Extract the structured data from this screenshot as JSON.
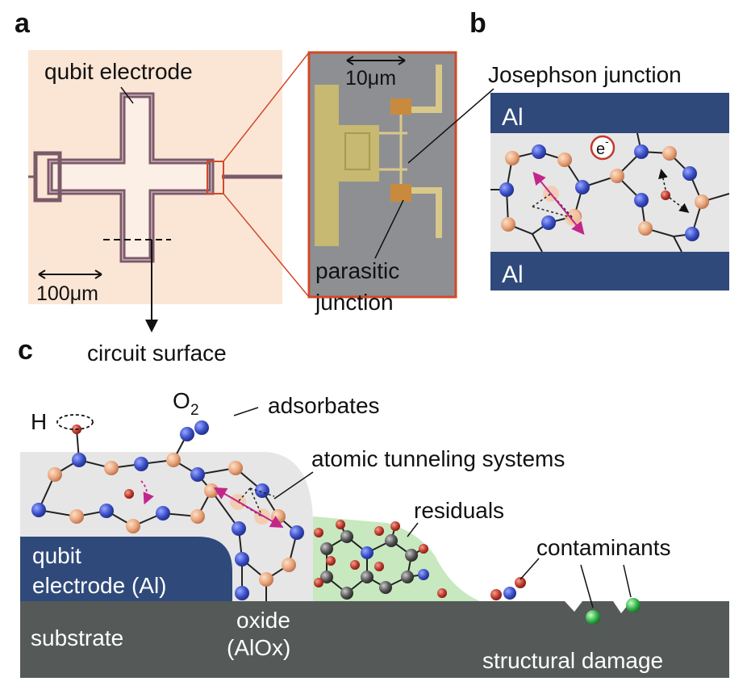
{
  "panels": {
    "a": {
      "letter": "a",
      "qubit_electrode": "qubit electrode",
      "scale_100": "100μm",
      "scale_10": "10μm",
      "circuit_surface": "circuit surface",
      "josephson_junction": "Josephson junction",
      "parasitic_1": "parasitic",
      "parasitic_2": "junction"
    },
    "b": {
      "letter": "b",
      "al_top": "Al",
      "al_bottom": "Al",
      "electron": "e",
      "electron_sup": "-"
    },
    "c": {
      "letter": "c",
      "h": "H",
      "o2_o": "O",
      "o2_sub": "2",
      "adsorbates": "adsorbates",
      "atomic_tunneling": "atomic tunneling systems",
      "residuals": "residuals",
      "contaminants": "contaminants",
      "qubit_1": "qubit",
      "qubit_2": "electrode (Al)",
      "substrate": "substrate",
      "oxide_1": "oxide",
      "oxide_2": "(AlOx)",
      "structural_damage": "structural damage"
    }
  },
  "colors": {
    "al_blue": "#2f4a7a",
    "substrate": "#555a58",
    "oxide_gray": "#e6e6e6",
    "residual_green": "#c8e8c0",
    "blue_atom": "#3a4fc8",
    "orange_atom": "#e8a47a",
    "red_atom": "#c0392b",
    "gray_atom": "#555",
    "green_atom": "#33b34a",
    "magenta": "#c2268b",
    "photo_bg": "#fbe6d6",
    "junction_frame": "#d04a2a"
  },
  "icons": [
    "double-arrow-icon",
    "dashed-rotation-icon",
    "dashed-arrow-icon"
  ]
}
